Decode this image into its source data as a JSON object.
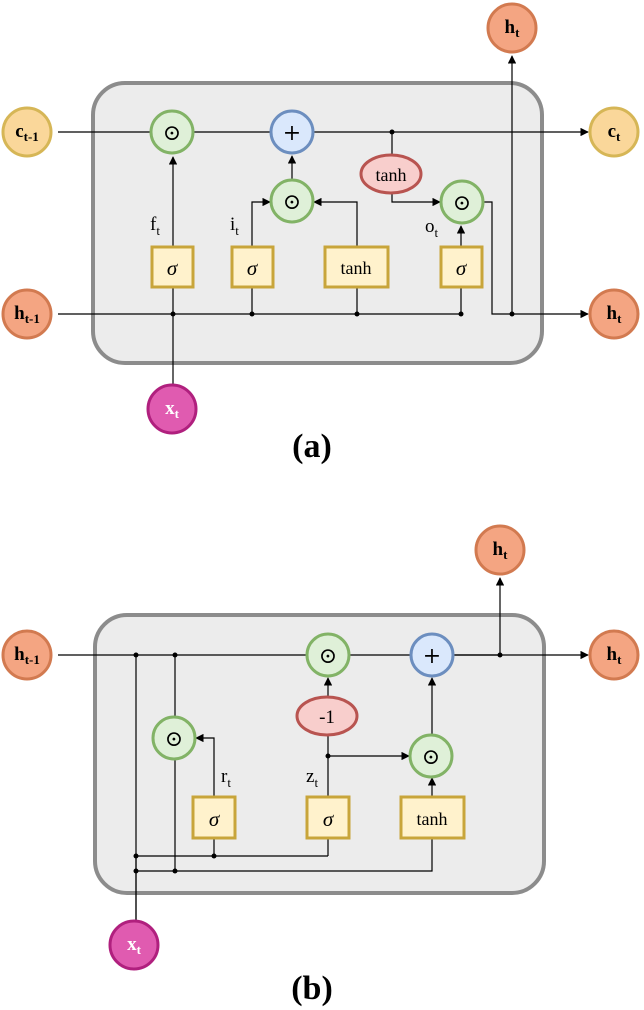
{
  "lstm": {
    "caption": "(a)",
    "inputs": {
      "c_prev": {
        "base": "c",
        "sub": "t-1"
      },
      "h_prev": {
        "base": "h",
        "sub": "t-1"
      },
      "x": {
        "base": "x",
        "sub": "t"
      }
    },
    "outputs": {
      "c": {
        "base": "c",
        "sub": "t"
      },
      "h_right": {
        "base": "h",
        "sub": "t"
      },
      "h_top": {
        "base": "h",
        "sub": "t"
      }
    },
    "gates": {
      "forget": {
        "symbol": "σ",
        "label_base": "f",
        "label_sub": "t"
      },
      "input": {
        "symbol": "σ",
        "label_base": "i",
        "label_sub": "t"
      },
      "candidate": {
        "symbol": "tanh"
      },
      "output": {
        "symbol": "σ",
        "label_base": "o",
        "label_sub": "t"
      }
    },
    "ops": {
      "mult": "⊙",
      "add": "+",
      "tanh": "tanh"
    }
  },
  "gru": {
    "caption": "(b)",
    "inputs": {
      "h_prev": {
        "base": "h",
        "sub": "t-1"
      },
      "x": {
        "base": "x",
        "sub": "t"
      }
    },
    "outputs": {
      "h_right": {
        "base": "h",
        "sub": "t"
      },
      "h_top": {
        "base": "h",
        "sub": "t"
      }
    },
    "gates": {
      "reset": {
        "symbol": "σ",
        "label_base": "r",
        "label_sub": "t"
      },
      "update": {
        "symbol": "σ",
        "label_base": "z",
        "label_sub": "t"
      },
      "candidate": {
        "symbol": "tanh"
      }
    },
    "ops": {
      "mult": "⊙",
      "add": "+",
      "neg": "-1"
    }
  },
  "colors": {
    "cell_fill": "#ececec",
    "cell_border": "#8c8c8c",
    "op_green": "#dff0d8",
    "op_blue": "#dae8fc",
    "gate_yellow": "#fff2cc",
    "tanh_red": "#f8cecc",
    "state_c": "#fad79a",
    "state_h": "#f4a582",
    "input_x": "#e05bb0"
  }
}
